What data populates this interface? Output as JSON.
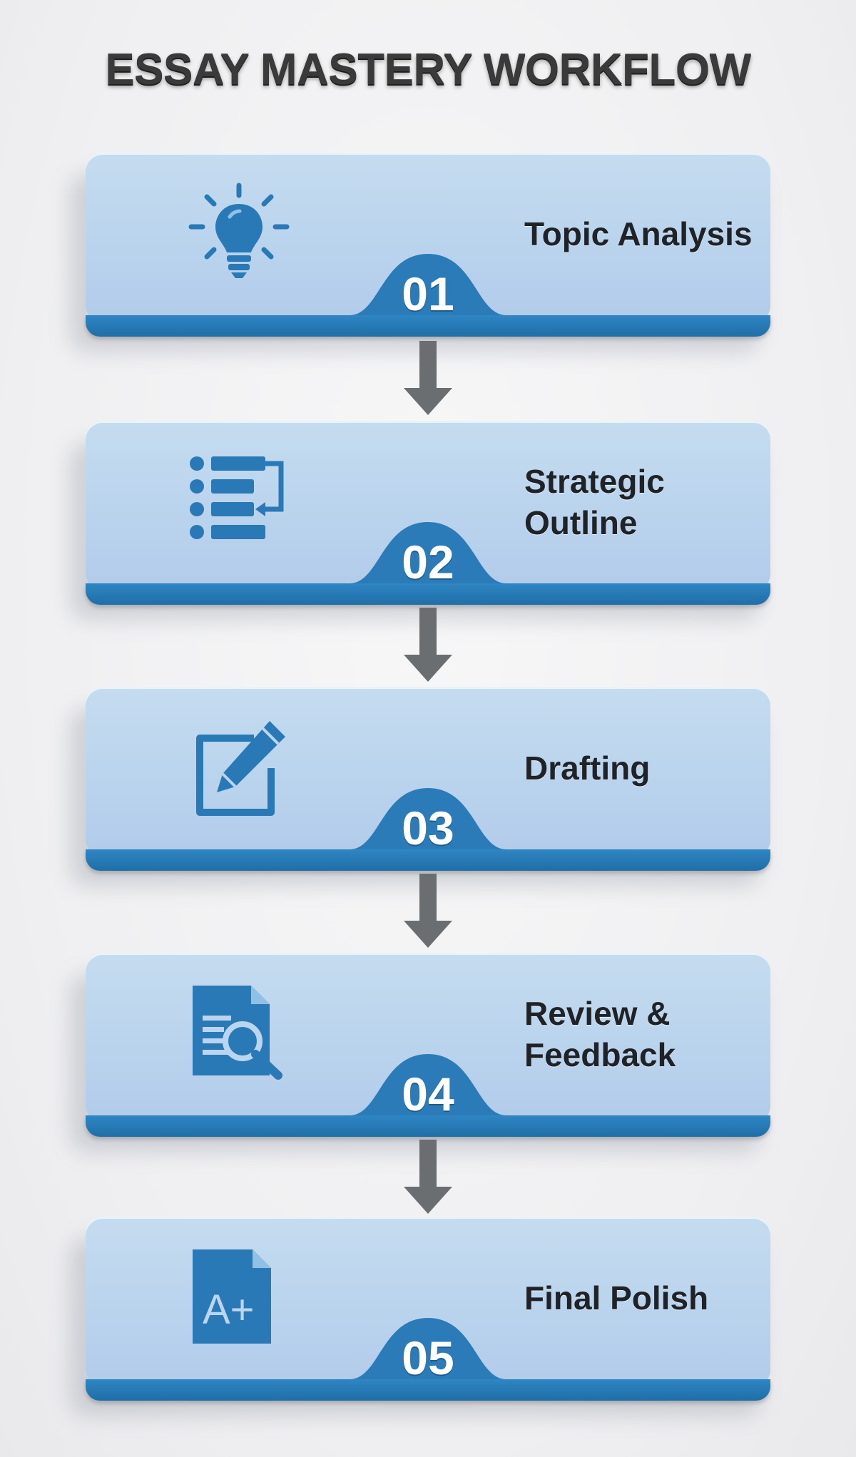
{
  "title": "ESSAY MASTERY WORKFLOW",
  "colors": {
    "card_light": "#bcd5ee",
    "card_dark": "#1f6ea8",
    "icon_blue": "#2a79b7",
    "arrow_gray": "#6b6e70",
    "title_text": "#2e2e2e",
    "label_text": "#1f2327"
  },
  "steps": [
    {
      "number": "01",
      "label": "Topic Analysis",
      "icon": "lightbulb-icon"
    },
    {
      "number": "02",
      "label": "Strategic Outline",
      "icon": "outline-list-icon"
    },
    {
      "number": "03",
      "label": "Drafting",
      "icon": "edit-pencil-icon"
    },
    {
      "number": "04",
      "label": "Review & Feedback",
      "icon": "document-search-icon"
    },
    {
      "number": "05",
      "label": "Final Polish",
      "icon": "graded-document-icon"
    }
  ],
  "grade_mark": "A+"
}
